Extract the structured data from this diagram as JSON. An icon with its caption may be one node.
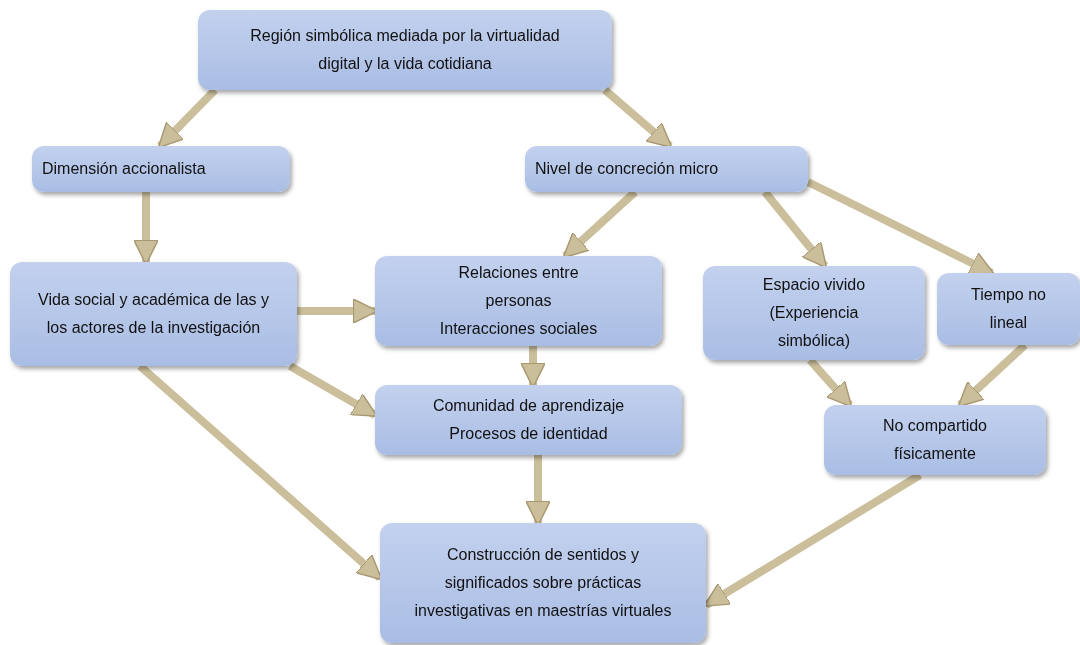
{
  "diagram": {
    "nodes": [
      {
        "text": [
          "Región simbólica mediada por la virtualidad digital y la vida cotidiana"
        ]
      },
      {
        "text": [
          "Dimensión accionalista"
        ]
      },
      {
        "text": [
          "Nivel de concreción micro"
        ]
      },
      {
        "text": [
          "Vida social y académica de las y los actores de la investigación"
        ]
      },
      {
        "text": [
          "Relaciones entre personas",
          "Interacciones sociales"
        ]
      },
      {
        "text": [
          "Espacio vivido (Experiencia simbólica)"
        ]
      },
      {
        "text": [
          "Tiempo no lineal"
        ]
      },
      {
        "text": [
          "Comunidad de aprendizaje",
          "Procesos de identidad"
        ]
      },
      {
        "text": [
          "No compartido físicamente"
        ]
      },
      {
        "text": [
          "Construcción de sentidos y significados sobre prácticas investigativas en maestrías virtuales"
        ]
      }
    ],
    "edges": [
      {
        "from": 0,
        "to": 1,
        "arrow": "to"
      },
      {
        "from": 0,
        "to": 2,
        "arrow": "to"
      },
      {
        "from": 1,
        "to": 3,
        "arrow": "to"
      },
      {
        "from": 2,
        "to": 4,
        "arrow": "to"
      },
      {
        "from": 2,
        "to": 5,
        "arrow": "to"
      },
      {
        "from": 2,
        "to": 6,
        "arrow": "to"
      },
      {
        "from": 3,
        "to": 4,
        "arrow": "to"
      },
      {
        "from": 3,
        "to": 7,
        "arrow": "to"
      },
      {
        "from": 4,
        "to": 7,
        "arrow": "to"
      },
      {
        "from": 5,
        "to": 8,
        "arrow": "to"
      },
      {
        "from": 6,
        "to": 8,
        "arrow": "to"
      },
      {
        "from": 7,
        "to": 9,
        "arrow": "to"
      },
      {
        "from": 3,
        "to": 9,
        "arrow": "to"
      },
      {
        "from": 8,
        "to": 9,
        "arrow": "to"
      }
    ]
  }
}
